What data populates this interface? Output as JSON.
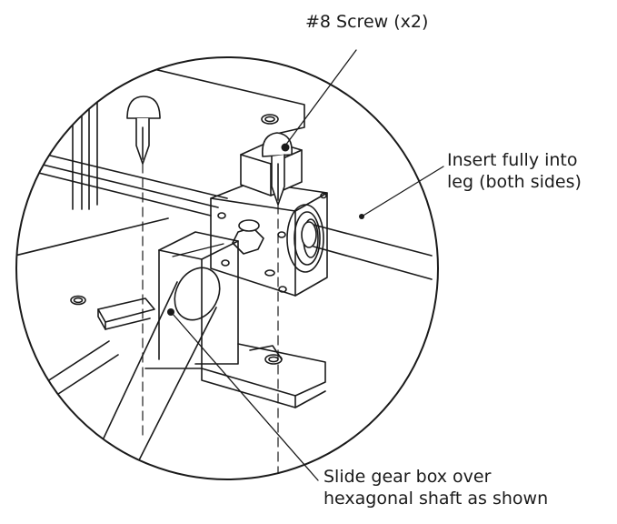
{
  "callouts": {
    "screw": {
      "line1": "#8 Screw (x2)"
    },
    "insert": {
      "line1": "Insert fully into",
      "line2": "leg (both sides)"
    },
    "slide": {
      "line1": "Slide gear box over",
      "line2": "hexagonal shaft as shown"
    }
  },
  "colors": {
    "line": "#1a1a1a",
    "background": "#ffffff"
  }
}
